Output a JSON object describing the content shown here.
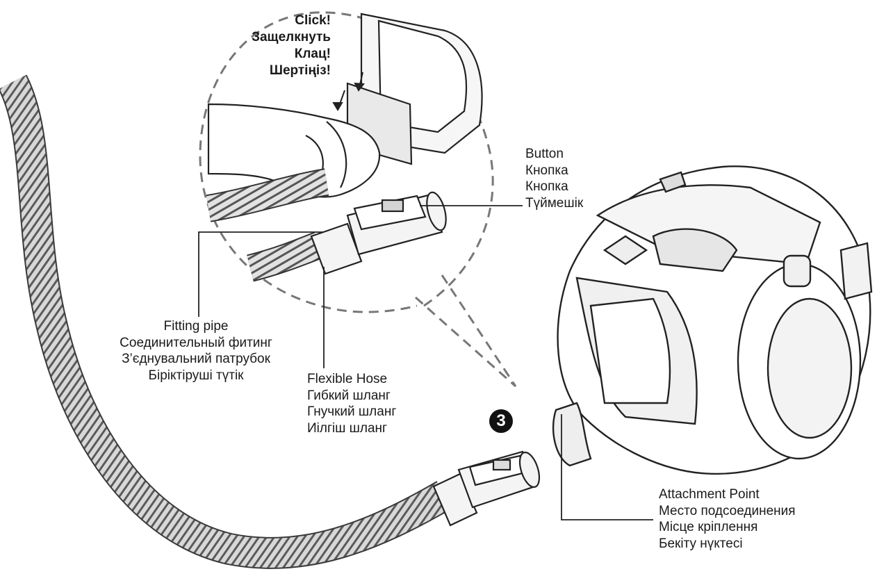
{
  "step_number": "3",
  "click_label": [
    "Click!",
    "Защелкнуть",
    "Клац!",
    "Шертіңіз!"
  ],
  "button_label": [
    "Button",
    "Кнопка",
    "Кнопка",
    "Түймешік"
  ],
  "fitting_pipe_label": [
    "Fitting pipe",
    "Соединительный фитинг",
    "З’єднувальний патрубок",
    "Біріктіруші түтік"
  ],
  "flexible_hose_label": [
    "Flexible Hose",
    "Гибкий шланг",
    "Гнучкий шланг",
    "Иілгіш шланг"
  ],
  "attachment_point_label": [
    "Attachment Point",
    "Место подсоединения",
    "Місце кріплення",
    "Бекіту нүктесі"
  ]
}
